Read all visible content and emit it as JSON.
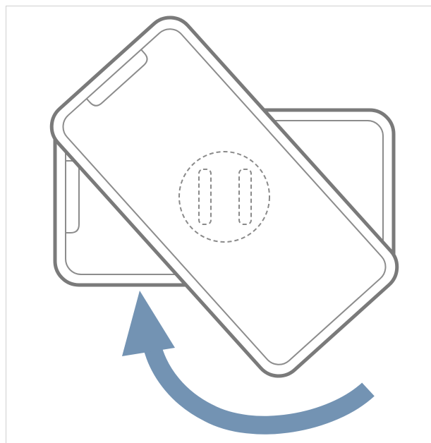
{
  "illustration": {
    "colors": {
      "outline": "#7a7a7a",
      "inner_outline": "#8c8c8c",
      "dashed_circle": "#8a8a8a",
      "arrow": "#7393b3",
      "background": "#ffffff",
      "frame_border": "#cfcfcf"
    },
    "elements": {
      "landscape_phone": "phone-landscape-outline",
      "rotated_phone": "phone-rotated-outline",
      "mount_magnet": "magnetic-mount-circle",
      "rotation_arrow": "rotation-arrow"
    }
  }
}
